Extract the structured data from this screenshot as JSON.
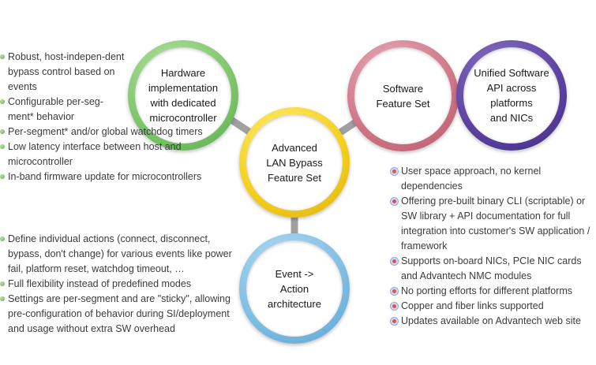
{
  "colors": {
    "hardware": "#7cc56a",
    "core": "#f3cf1c",
    "software": "#cf7586",
    "api": "#5b429f",
    "event": "#7ebde3",
    "connector": "#a0a0a0",
    "bullet_green": "#5aa84c",
    "bullet_red": "#d9534f"
  },
  "bubbles": {
    "hardware": "Hardware\nimplementation\nwith dedicated\nmicrocontroller",
    "core": "Advanced\nLAN Bypass\nFeature Set",
    "software": "Software\nFeature Set",
    "api": "Unified Software\nAPI across\nplatforms\nand NICs",
    "event": "Event ->\nAction\narchitecture"
  },
  "hardware_features": [
    "Robust, host-indepen-dent bypass control based on events",
    "Configurable per-seg-ment* behavior",
    "Per-segment* and/or global watchdog timers",
    "Low latency interface between host and microcontroller",
    "In-band firmware update for microcontrollers"
  ],
  "event_features": [
    "Define individual actions (connect, disconnect, bypass, don't change) for various events like power fail, platform reset, watchdog timeout, …",
    "Full flexibility instead of predefined modes",
    "Settings are per-segment and are \"sticky\", allowing pre-configuration of behavior during SI/deployment and usage without extra SW overhead"
  ],
  "software_features": [
    "User space approach, no kernel dependencies",
    "Offering pre-built binary CLI (scriptable) or SW library + API documentation for full integration into customer's SW application / framework",
    "Supports on-board NICs, PCIe NIC cards and Advantech NMC modules",
    "No porting efforts for different platforms",
    "Copper and fiber links supported",
    "Updates available on Advantech web site"
  ]
}
